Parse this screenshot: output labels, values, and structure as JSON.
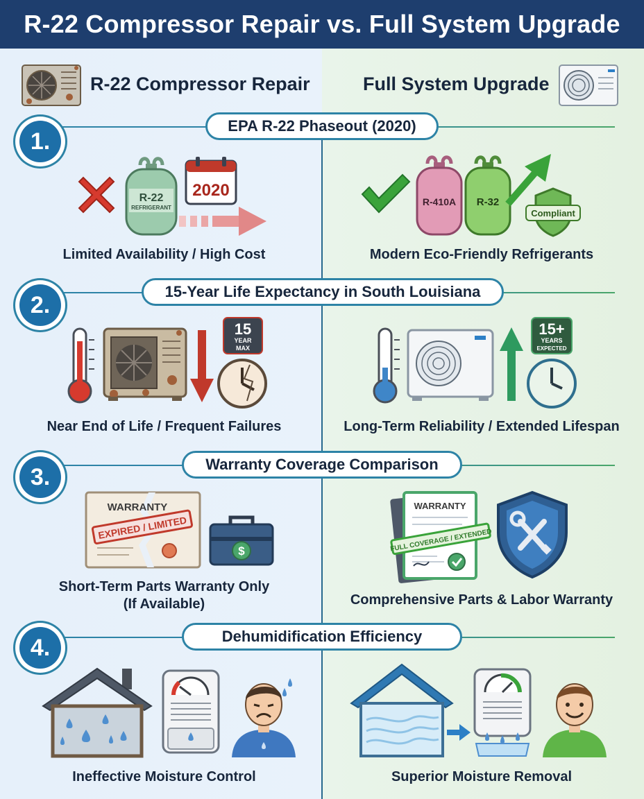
{
  "title": "R-22 Compressor Repair vs. Full System Upgrade",
  "columns": {
    "left": "R-22 Compressor Repair",
    "right": "Full System Upgrade"
  },
  "sections": [
    {
      "number": "1.",
      "title": "EPA R-22 Phaseout (2020)",
      "left_caption": "Limited Availability / High Cost",
      "right_caption": "Modern Eco-Friendly Refrigerants",
      "left_labels": {
        "tank": "R-22",
        "tank_sub": "REFRIGERANT",
        "calendar": "2020"
      },
      "right_labels": {
        "tank_a": "R-410A",
        "tank_b": "R-32",
        "shield": "Compliant"
      }
    },
    {
      "number": "2.",
      "title": "15-Year Life Expectancy in South Louisiana",
      "left_caption": "Near End of Life / Frequent Failures",
      "right_caption": "Long-Term Reliability / Extended Lifespan",
      "left_labels": {
        "years": "15",
        "years_sub_1": "YEAR",
        "years_sub_2": "MAX"
      },
      "right_labels": {
        "years": "15+",
        "years_sub_1": "YEARS",
        "years_sub_2": "EXPECTED"
      }
    },
    {
      "number": "3.",
      "title": "Warranty Coverage Comparison",
      "left_caption_line1": "Short-Term Parts Warranty Only",
      "left_caption_line2": "(If Available)",
      "right_caption": "Comprehensive Parts & Labor Warranty",
      "left_labels": {
        "doc": "WARRANTY",
        "stamp": "EXPIRED / LIMITED",
        "toolbox": "$"
      },
      "right_labels": {
        "doc": "WARRANTY",
        "stamp": "FULL COVERAGE / EXTENDED"
      }
    },
    {
      "number": "4.",
      "title": "Dehumidification Efficiency",
      "left_caption": "Ineffective Moisture Control",
      "right_caption": "Superior Moisture Removal"
    }
  ],
  "colors": {
    "title_bar": "#1e3e6e",
    "accent_blue": "#2d83a6",
    "badge_blue": "#1d6fa8",
    "check_green": "#3aa33a",
    "cross_red": "#d63a2e"
  },
  "icons": [
    "old-ac-unit-icon",
    "new-ac-unit-icon",
    "cross-icon",
    "check-icon",
    "refrigerant-tank-icon",
    "calendar-icon",
    "arrow-right-icon",
    "trend-up-arrow-icon",
    "shield-icon",
    "thermometer-icon",
    "clock-icon",
    "arrow-down-icon",
    "arrow-up-icon",
    "warranty-certificate-icon",
    "toolbox-icon",
    "shield-wrench-icon",
    "house-icon",
    "dehumidifier-icon",
    "sad-person-icon",
    "happy-person-icon"
  ]
}
